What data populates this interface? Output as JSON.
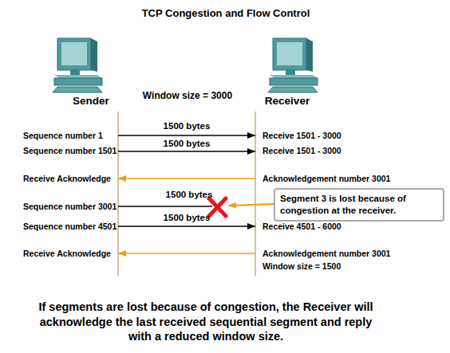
{
  "diagram": {
    "title": "TCP Congestion and Flow Control",
    "caption": "If segments are lost because of congestion, the Receiver will acknowledge the last received sequential segment and reply with a reduced window size.",
    "nodes": [
      {
        "text": [
          "Sender"
        ]
      },
      {
        "text": [
          "Receiver"
        ]
      },
      {
        "text": [
          "Segment 3 is lost because of congestion at the receiver."
        ]
      }
    ],
    "edges": [
      {
        "from": 0,
        "to": 1,
        "arrow": "to",
        "label": "1500 bytes"
      },
      {
        "from": 0,
        "to": 1,
        "arrow": "to",
        "label": "1500 bytes"
      },
      {
        "from": 1,
        "to": 0,
        "arrow": "to"
      },
      {
        "from": 0,
        "to": 1,
        "arrow": "to",
        "label": "1500 bytes"
      },
      {
        "from": 1,
        "to": 0,
        "arrow": "to"
      }
    ],
    "labels": [
      "Window size = 3000",
      "Sequence number 1",
      "Receive 1501 - 3000",
      "Sequence number 1501",
      "Receive 1501 - 3000",
      "Receive Acknowledge",
      "Acknowledgement number 3001",
      "Sequence number 3001",
      "1500 bytes",
      "Sequence number 4501",
      "Receive 4501 - 6000",
      "Receive Acknowledge",
      "Acknowledgement number 3001",
      "Window size = 1500"
    ]
  }
}
